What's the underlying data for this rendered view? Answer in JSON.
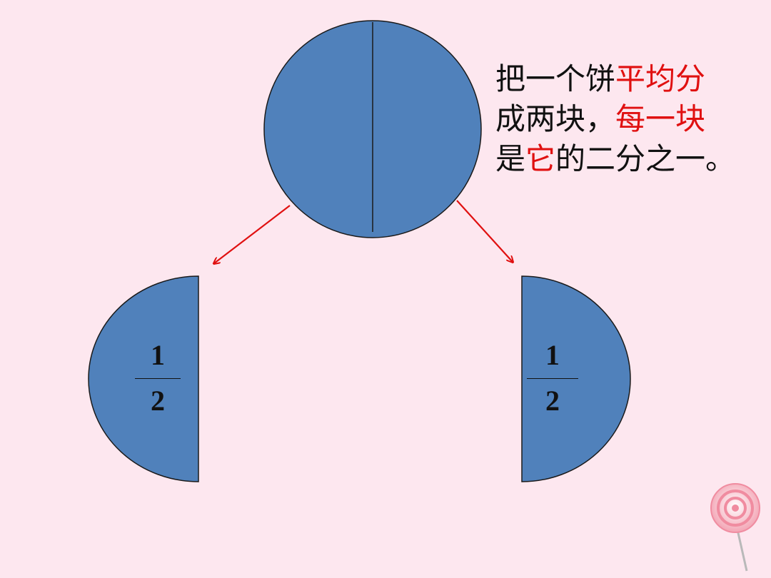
{
  "caption": {
    "line1": {
      "black": "把一个饼",
      "red": "平均分"
    },
    "line2": {
      "black": "成两块，",
      "red": "每一块"
    },
    "line3": {
      "black1": "是",
      "red": "它",
      "black2": "的二分之一。"
    }
  },
  "fraction_left": {
    "numerator": "1",
    "denominator": "2"
  },
  "fraction_right": {
    "numerator": "1",
    "denominator": "2"
  },
  "colors": {
    "background": "#fde7ef",
    "pie_fill": "#5081bb",
    "outline": "#1a1a1a",
    "arrow": "#e01010",
    "highlight_text": "#e01010"
  },
  "icons": [
    "lollipop-icon"
  ]
}
